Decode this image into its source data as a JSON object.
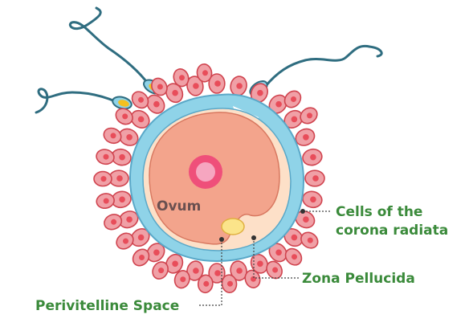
{
  "labels": {
    "ovum": "Ovum",
    "corona_line1": "Cells of the",
    "corona_line2": "corona radiata",
    "zona": "Zona Pellucida",
    "perivitelline": "Perivitelline Space"
  },
  "colors": {
    "label_green": "#3a8a3a",
    "ovum_text": "#6a5050",
    "cell_fill": "#f0a0a6",
    "cell_stroke": "#d0444f",
    "cell_nucleus": "#e84d5a",
    "zona_fill": "#8fd3e8",
    "zona_stroke": "#5aa8c8",
    "ovum_fill": "#f3a48c",
    "perivitelline_fill": "#fde0c8",
    "sperm_tail": "#2f6d80",
    "sperm_head": "#f4c020"
  }
}
